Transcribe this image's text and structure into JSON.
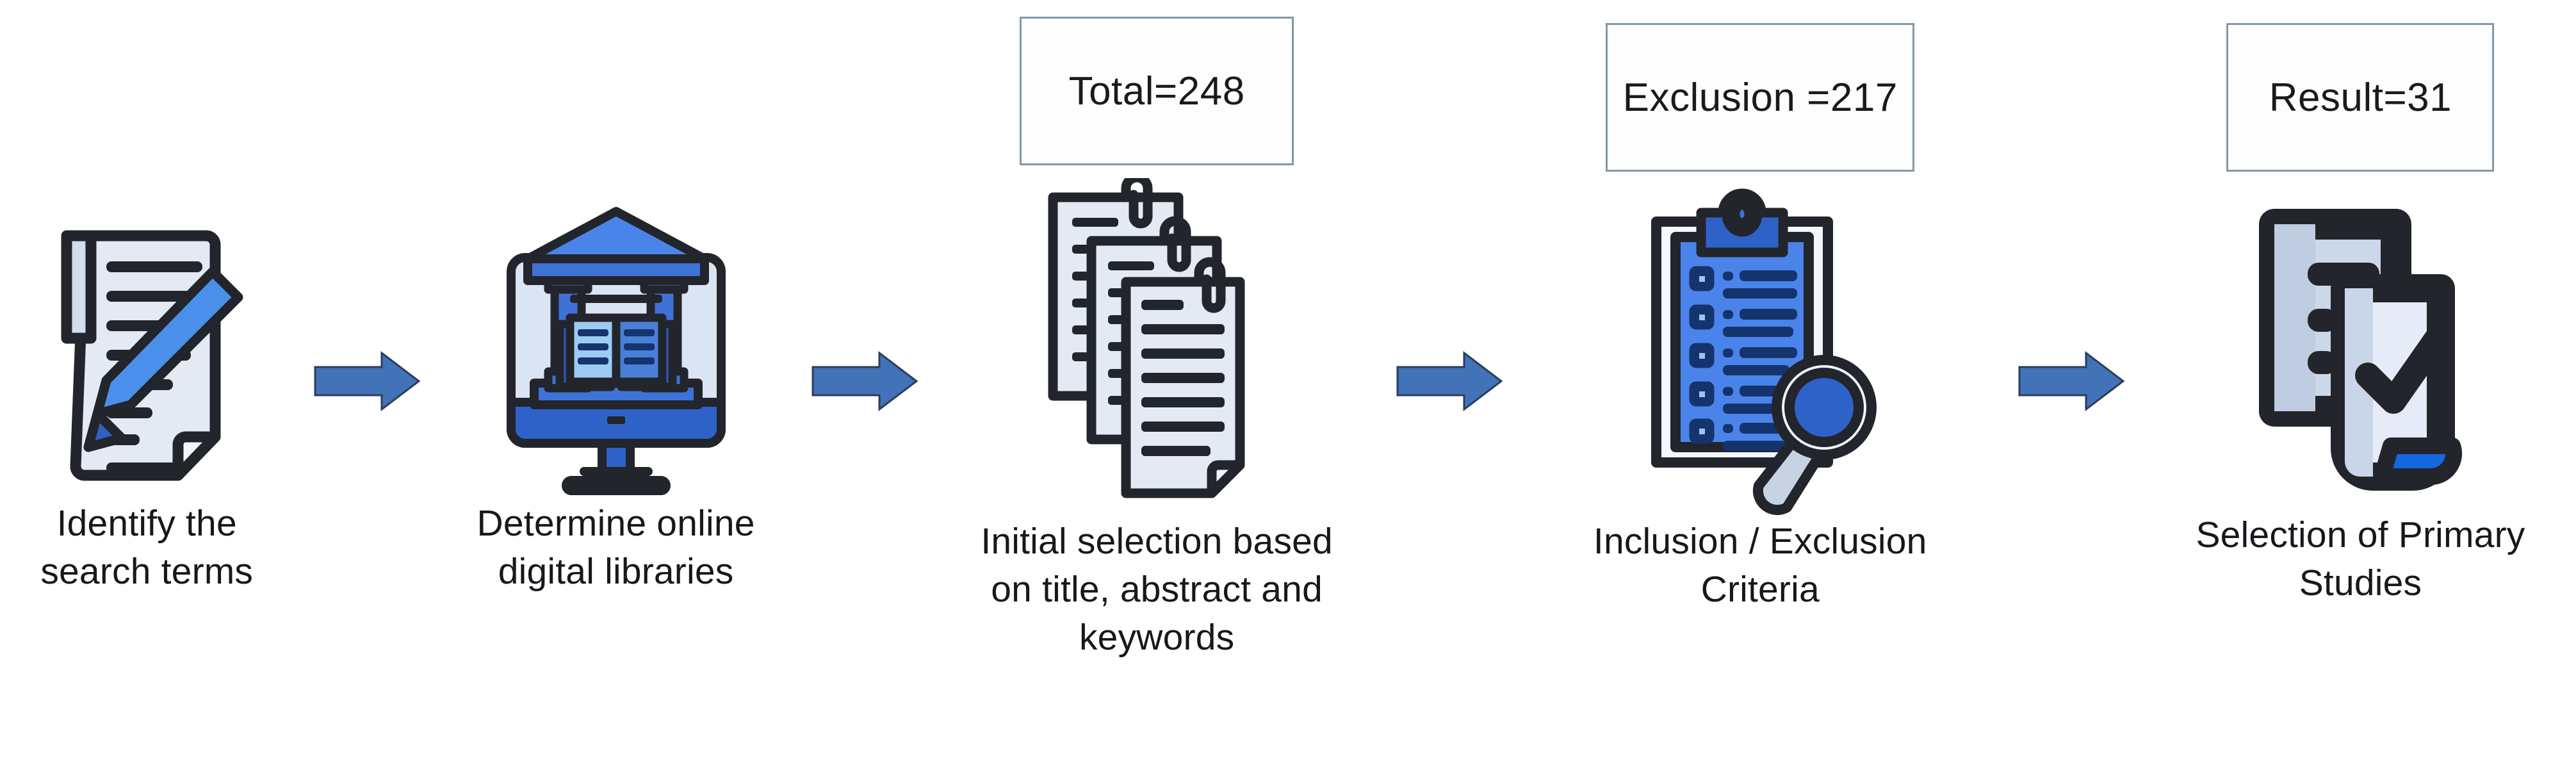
{
  "diagram": {
    "title": "Study selection process flow",
    "accent_color": "#4272b8",
    "icon_dark": "#22252b",
    "icon_light": "#dfe6f2",
    "box_border_color": "#8497a8",
    "text_color": "#16181c"
  },
  "stages": [
    {
      "id": "identify-search-terms",
      "count_box": null,
      "icon": "document-pencil-icon",
      "label": "Identify the\nsearch terms"
    },
    {
      "id": "determine-digital-libraries",
      "count_box": null,
      "icon": "digital-library-icon",
      "label": "Determine online\ndigital libraries"
    },
    {
      "id": "initial-selection",
      "count_box": "Total=248",
      "icon": "stacked-documents-icon",
      "label": "Initial selection based\non title, abstract and\nkeywords"
    },
    {
      "id": "inclusion-exclusion",
      "count_box": "Exclusion =217",
      "icon": "clipboard-magnifier-icon",
      "label": "Inclusion / Exclusion\nCriteria"
    },
    {
      "id": "primary-studies",
      "count_box": "Result=31",
      "icon": "document-checkmark-icon",
      "label": "Selection of Primary\nStudies"
    }
  ],
  "arrows": [
    {
      "id": "arrow-1",
      "direction": "right"
    },
    {
      "id": "arrow-2",
      "direction": "right"
    },
    {
      "id": "arrow-3",
      "direction": "right"
    },
    {
      "id": "arrow-4",
      "direction": "right"
    }
  ]
}
